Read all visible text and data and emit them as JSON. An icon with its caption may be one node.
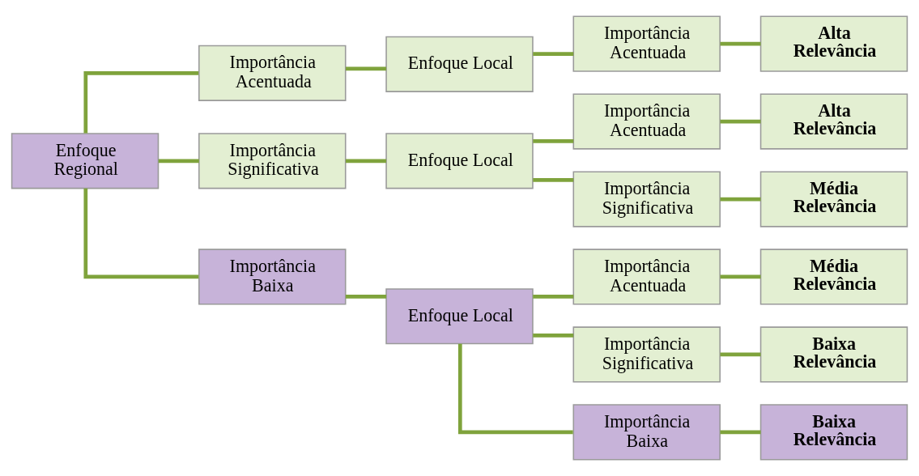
{
  "diagram": {
    "nodes": [
      {
        "text": [
          "Enfoque Regional"
        ]
      },
      {
        "text": [
          "Importância Acentuada"
        ]
      },
      {
        "text": [
          "Importância Significativa"
        ]
      },
      {
        "text": [
          "Importância Baixa"
        ]
      },
      {
        "text": [
          "Enfoque Local"
        ]
      },
      {
        "text": [
          "Enfoque Local"
        ]
      },
      {
        "text": [
          "Enfoque Local"
        ]
      },
      {
        "text": [
          "Importância Acentuada"
        ]
      },
      {
        "text": [
          "Importância Acentuada"
        ]
      },
      {
        "text": [
          "Importância Significativa"
        ]
      },
      {
        "text": [
          "Importância Acentuada"
        ]
      },
      {
        "text": [
          "Importância Significativa"
        ]
      },
      {
        "text": [
          "Importância Baixa"
        ]
      },
      {
        "text": [
          "Alta Relevância"
        ]
      },
      {
        "text": [
          "Alta Relevância"
        ]
      },
      {
        "text": [
          "Média Relevância"
        ]
      },
      {
        "text": [
          "Média Relevância"
        ]
      },
      {
        "text": [
          "Baixa Relevância"
        ]
      },
      {
        "text": [
          "Baixa Relevância"
        ]
      }
    ],
    "edges": [
      {
        "from": 0,
        "to": 1,
        "arrow": "none"
      },
      {
        "from": 0,
        "to": 2,
        "arrow": "none"
      },
      {
        "from": 0,
        "to": 3,
        "arrow": "none"
      },
      {
        "from": 1,
        "to": 4,
        "arrow": "none"
      },
      {
        "from": 2,
        "to": 5,
        "arrow": "none"
      },
      {
        "from": 3,
        "to": 6,
        "arrow": "none"
      },
      {
        "from": 4,
        "to": 7,
        "arrow": "none"
      },
      {
        "from": 5,
        "to": 8,
        "arrow": "none"
      },
      {
        "from": 5,
        "to": 9,
        "arrow": "none"
      },
      {
        "from": 6,
        "to": 10,
        "arrow": "none"
      },
      {
        "from": 6,
        "to": 11,
        "arrow": "none"
      },
      {
        "from": 6,
        "to": 12,
        "arrow": "none"
      },
      {
        "from": 7,
        "to": 13,
        "arrow": "none"
      },
      {
        "from": 8,
        "to": 14,
        "arrow": "none"
      },
      {
        "from": 9,
        "to": 15,
        "arrow": "none"
      },
      {
        "from": 10,
        "to": 16,
        "arrow": "none"
      },
      {
        "from": 11,
        "to": 17,
        "arrow": "none"
      },
      {
        "from": 12,
        "to": 18,
        "arrow": "none"
      }
    ]
  }
}
